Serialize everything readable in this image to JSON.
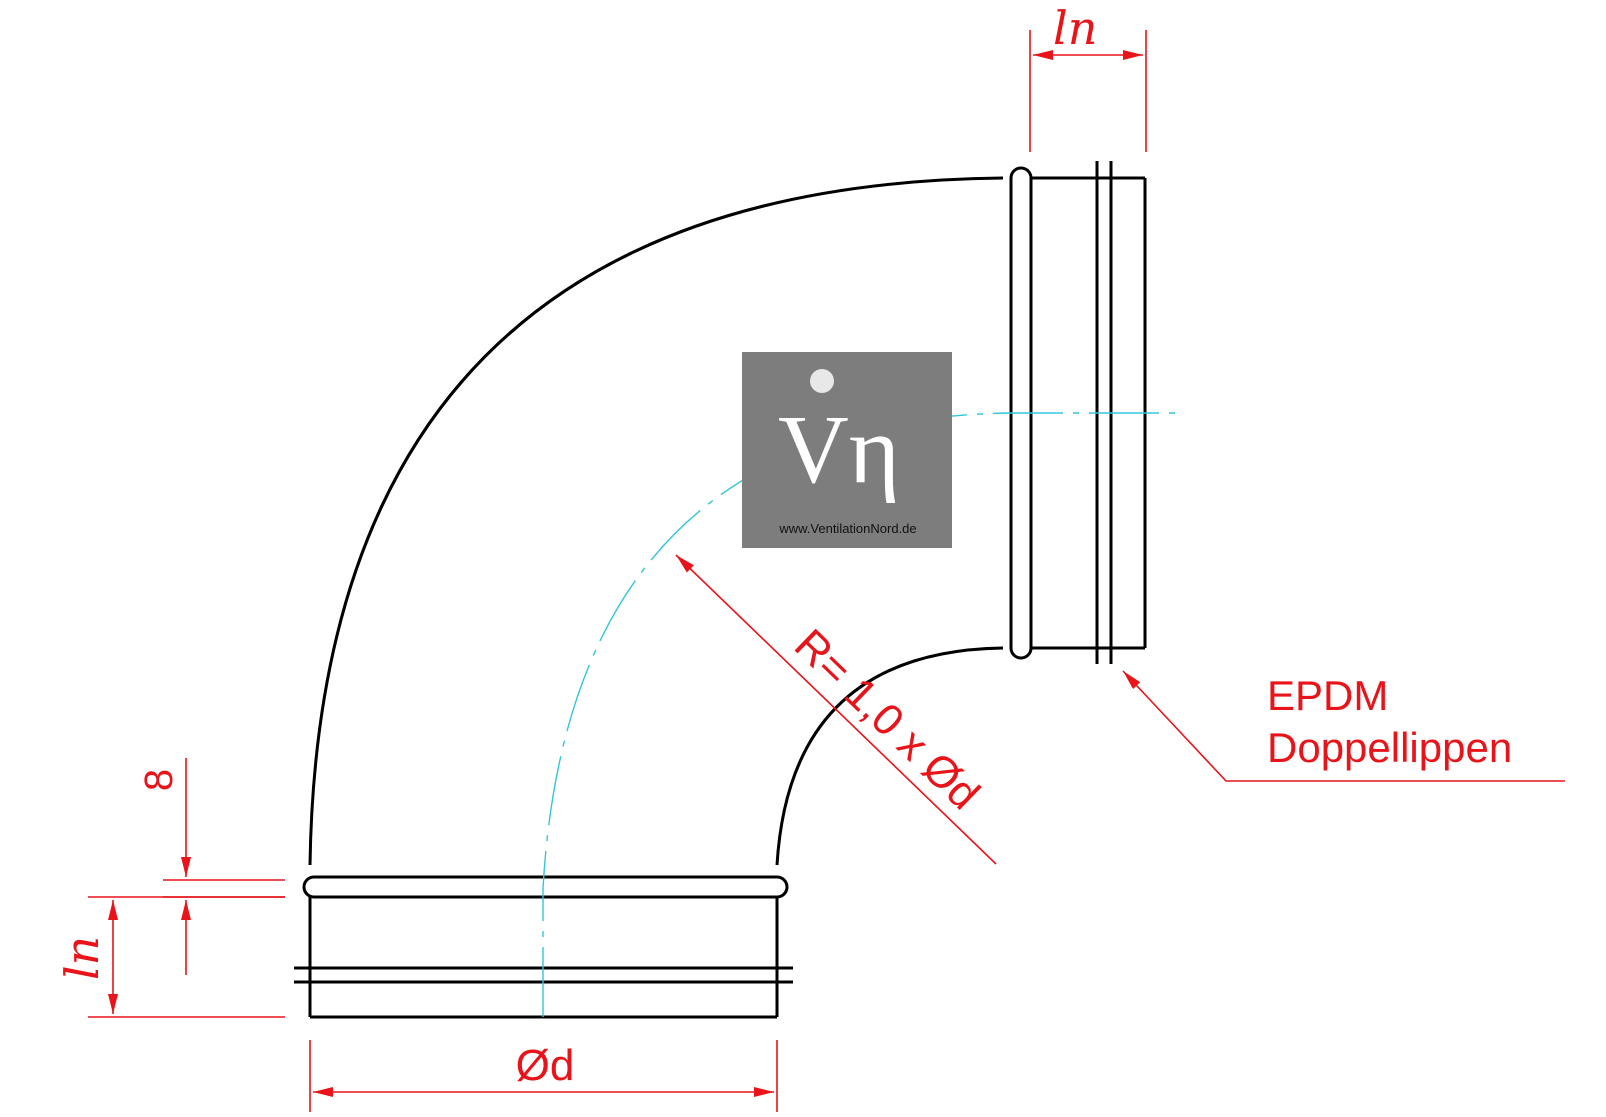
{
  "labels": {
    "ln_top": "ln",
    "ln_left": "ln",
    "eight": "8",
    "od": "Ød",
    "radius": "R= 1,0 x Ød",
    "epdm_line1": "EPDM",
    "epdm_line2": "Doppellippen"
  },
  "logo": {
    "letters": "Vη",
    "url": "www.VentilationNord.de"
  },
  "colors": {
    "dimension": "#e8141a",
    "centerline": "#33c6d8",
    "outline": "#000000",
    "logo_bg": "#7d7d7d"
  }
}
